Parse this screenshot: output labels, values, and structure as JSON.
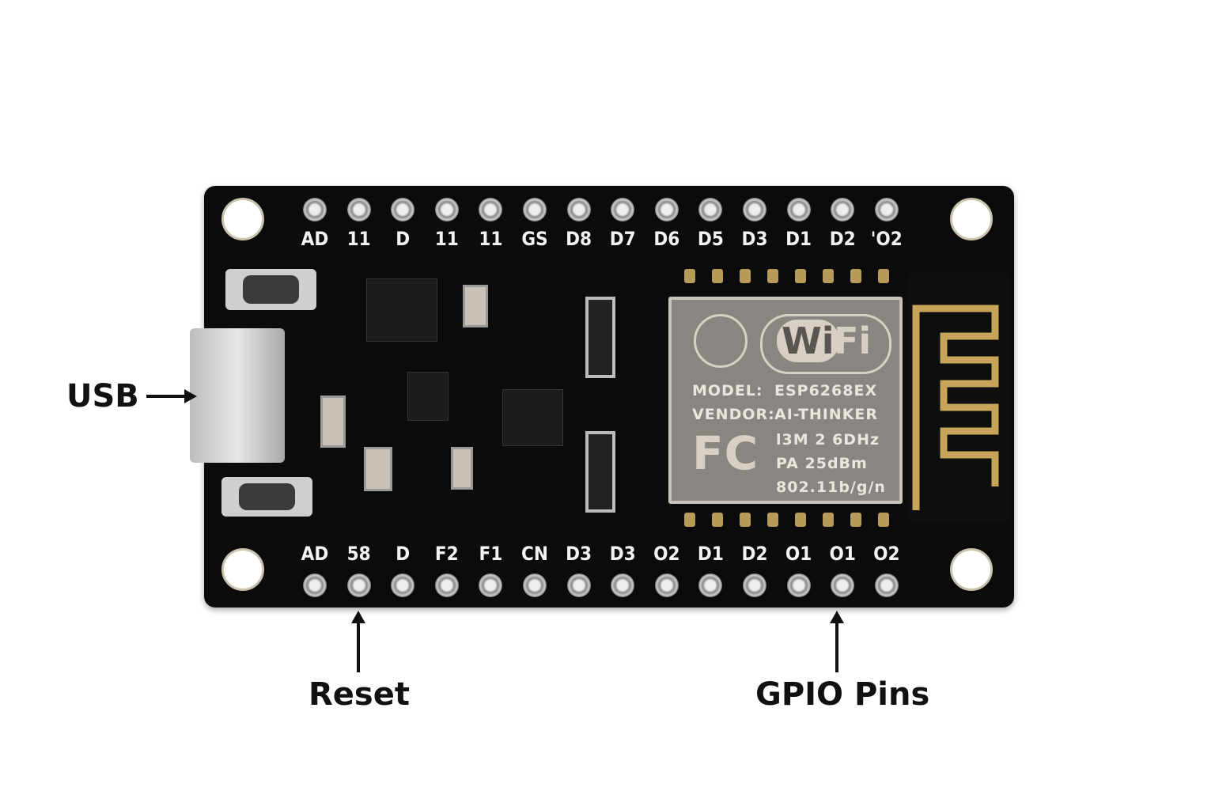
{
  "top_pins": [
    "AD",
    "11",
    "D",
    "11",
    "11",
    "GS",
    "D8",
    "D7",
    "D6",
    "D5",
    "D3",
    "D1",
    "D2",
    "'O2"
  ],
  "bottom_pins": [
    "AD",
    "58",
    "D",
    "F2",
    "F1",
    "CN",
    "D3",
    "D3",
    "O2",
    "D1",
    "D2",
    "O1",
    "O1",
    "O2"
  ],
  "module": {
    "model_label": "MODEL:",
    "model": "ESP6268EX",
    "vendor_label": "VENDOR:",
    "vendor": "AI-THINKER",
    "logo_wi": "Wi",
    "logo_fi": "Fi",
    "fc": "FC",
    "flash": "l3M  2 6DHz",
    "pa": "PA   25dBm",
    "standard": "802.11b/g/n"
  },
  "callouts": {
    "usb": "USB",
    "reset": "Reset",
    "gpio": "GPIO Pins"
  }
}
